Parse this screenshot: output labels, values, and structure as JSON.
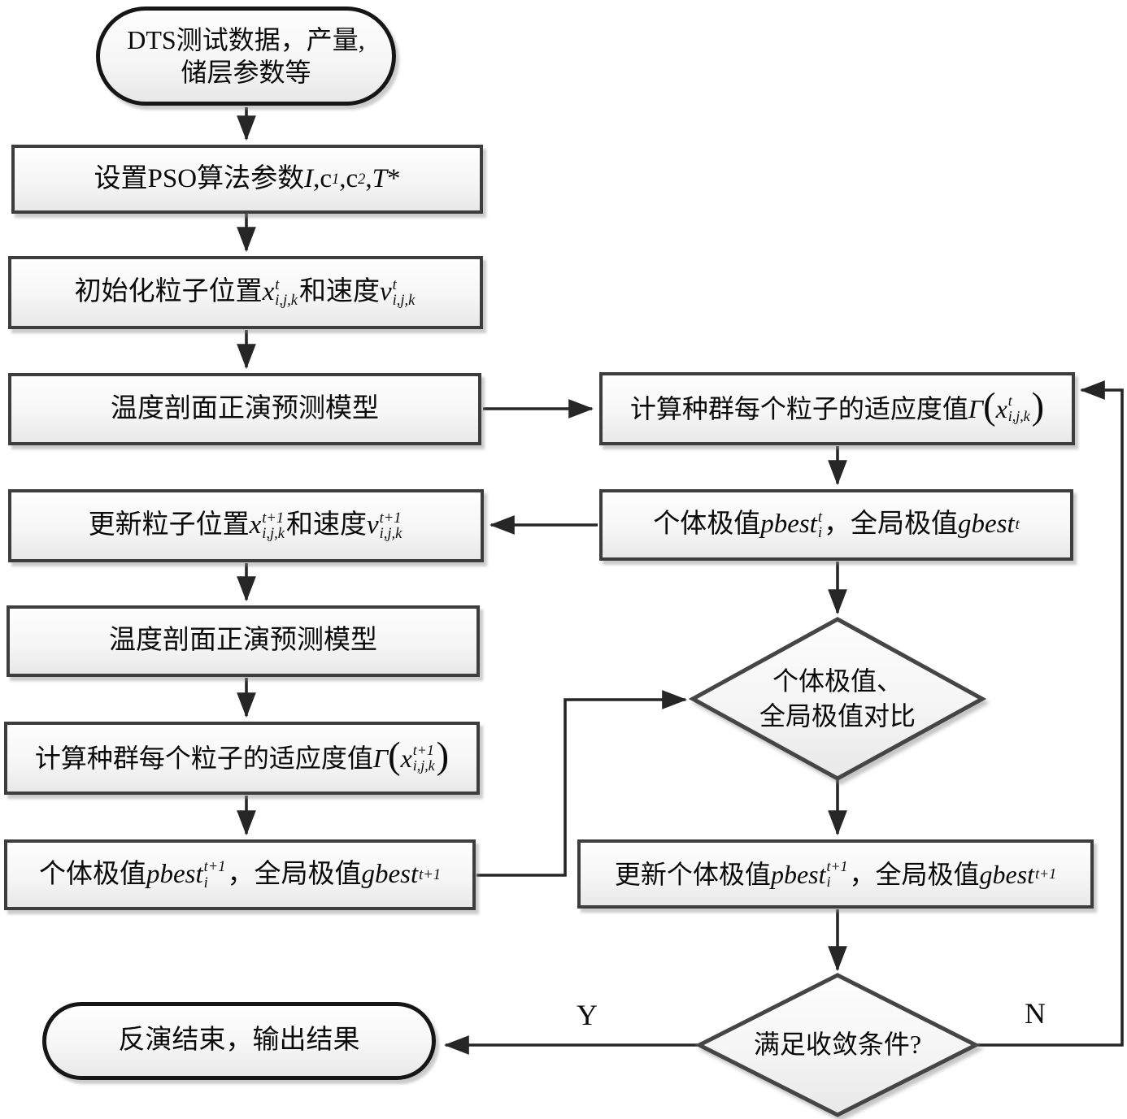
{
  "edge_labels": {
    "yes": "Y",
    "no": "N"
  },
  "colors": {
    "line": "#262626",
    "box_border": "#3d3d3d",
    "diamond_border": "#454545",
    "fill_top": "#fefefe",
    "fill_bottom": "#e8e8e8"
  },
  "nodes": {
    "start": {
      "line1": "DTS测试数据，产量,",
      "line2": "储层参数等"
    },
    "set_params": {
      "pre": "设置PSO算法参数 ",
      "I": "I",
      "sep1": ", ",
      "c1": "c",
      "c1_sub": "1",
      "sep2": ", ",
      "c2": "c",
      "c2_sub": "2",
      "sep3": ", ",
      "T": "T",
      "star": "*"
    },
    "init": {
      "pre": "初始化粒子位置 ",
      "x": "x",
      "x_sup": "t",
      "x_sub": "i,j,k",
      "mid": "和速度 ",
      "v": "v",
      "v_sup": "t",
      "v_sub": "i,j,k"
    },
    "forward1": {
      "text": "温度剖面正演预测模型"
    },
    "fitness1": {
      "pre": "计算种群每个粒子的适应度值 ",
      "gamma": "Γ",
      "lp": "(",
      "x": "x",
      "x_sup": "t",
      "x_sub": "i,j,k",
      "rp": ")"
    },
    "pbest_t": {
      "pre": "个体极值",
      "pbest": "pbest",
      "p_sup": "t",
      "p_sub": "i",
      "mid": "，全局极值",
      "gbest": "gbest",
      "g_sup": "t"
    },
    "update_particles": {
      "pre": "更新粒子位置 ",
      "x": "x",
      "x_sup": "t+1",
      "x_sub": "i,j,k",
      "mid": " 和速度 ",
      "v": "v",
      "v_sup": "t+1",
      "v_sub": "i,j,k"
    },
    "forward2": {
      "text": "温度剖面正演预测模型"
    },
    "fitness2": {
      "pre": "计算种群每个粒子的适应度值",
      "gamma": "Γ",
      "lp": "(",
      "x": "x",
      "x_sup": "t+1",
      "x_sub": "i,j,k",
      "rp": ")"
    },
    "pbest_t1": {
      "pre": "个体极值",
      "pbest": "pbest",
      "p_sup": "t+1",
      "p_sub": "i",
      "mid": "，全局极值",
      "gbest": "gbest",
      "g_sup": "t+1"
    },
    "compare": {
      "line1": "个体极值、",
      "line2": "全局极值对比"
    },
    "update_best": {
      "pre": "更新个体极值",
      "pbest": "pbest",
      "p_sup": "t+1",
      "p_sub": "i",
      "mid": "，全局极值",
      "gbest": "gbest",
      "g_sup": "t+1"
    },
    "converge": {
      "text": "满足收敛条件?"
    },
    "end": {
      "text": "反演结束，输出结果"
    }
  }
}
